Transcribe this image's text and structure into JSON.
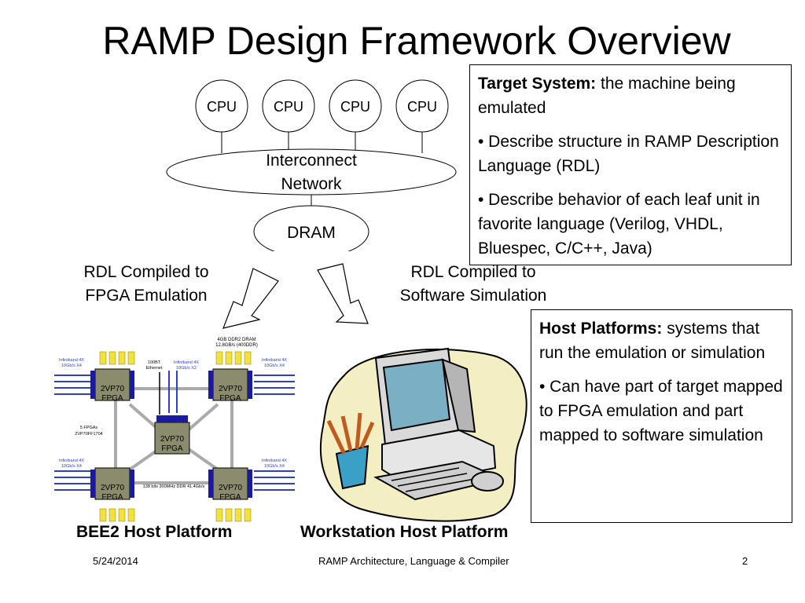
{
  "slide": {
    "title": "RAMP Design Framework Overview",
    "cpu_label": "CPU",
    "interconnect_line1": "Interconnect",
    "interconnect_line2": "Network",
    "dram_label": "DRAM",
    "target_box": {
      "heading": "Target System:",
      "heading_rest": " the machine being emulated",
      "bullet1": "• Describe structure in RAMP Description Language (RDL)",
      "bullet2": "• Describe behavior of each leaf unit in favorite language (Verilog, VHDL, Bluespec, C/C++, Java)"
    },
    "host_box": {
      "heading": "Host Platforms:",
      "heading_rest": " systems that run the emulation or simulation",
      "bullet1": "• Can have part of target mapped to FPGA emulation and part mapped to software simulation"
    },
    "left_note_line1": "RDL Compiled to",
    "left_note_line2": "FPGA Emulation",
    "right_note_line1": "RDL Compiled to",
    "right_note_line2": "Software Simulation",
    "bee2_label": "BEE2 Host Platform",
    "workstation_label": "Workstation Host Platform",
    "bee2": {
      "fpga_label_1": "2VP70",
      "fpga_label_2": "FPGA",
      "dram_note_1": "4GB DDR2 DRAM",
      "dram_note_2": "12.8GB/s (400DDR)",
      "infiniband_1": "Infiniband 4X",
      "infiniband_2": "10Gb/s X4",
      "infiniband_center_1": "Infiniband 4X",
      "infiniband_center_2": "10Gb/s X2",
      "ethernet_1": "100BT",
      "ethernet_2": "Ethernet",
      "fpga_count_1": "5 FPGAs",
      "fpga_count_2": "2VP70FF1704",
      "ddr_note": "138 bits 300MHz DDR 41.4Gb/s"
    },
    "footer": {
      "date": "5/24/2014",
      "center": "RAMP Architecture, Language & Compiler",
      "page": "2"
    }
  }
}
